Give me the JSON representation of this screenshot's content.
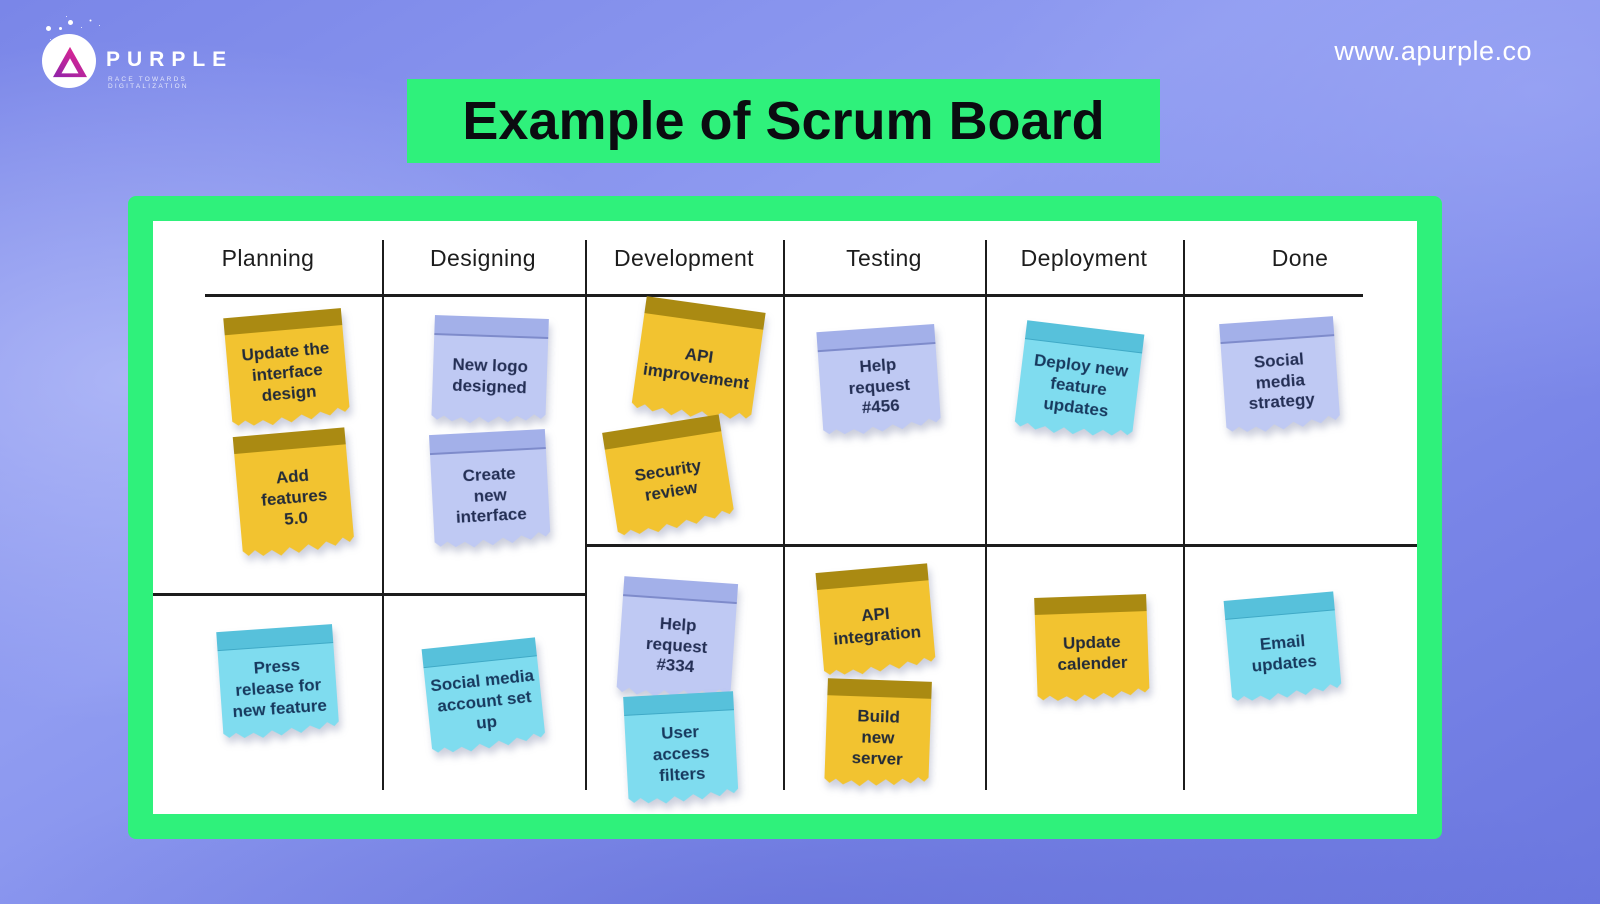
{
  "header": {
    "logo": {
      "wordmark": "PURPLE",
      "tagline": "RACE TOWARDS DIGITALIZATION"
    },
    "website": "www.apurple.co",
    "title": "Example of Scrum Board"
  },
  "colors": {
    "background_blue": "#7D89E8",
    "accent_green": "#2FF17B",
    "board_line": "#1C1C1C",
    "note_yellow": "#F2C330",
    "note_yellow_band": "#AA8A12",
    "note_lavender": "#BFC9F3",
    "note_lavender_band": "#A3B0E9",
    "note_cyan": "#7FDCEF",
    "note_cyan_band": "#57C1DB",
    "note_text": "#232E50",
    "logo_gradient_top": "#E5268F",
    "logo_gradient_bottom": "#8E24AA"
  },
  "board": {
    "columns": [
      {
        "label": "Planning",
        "notes": [
          {
            "text": "Update the interface design",
            "color": "yellow"
          },
          {
            "text": "Add features 5.0",
            "color": "yellow"
          },
          {
            "text": "Press release for new feature",
            "color": "cyan"
          }
        ]
      },
      {
        "label": "Designing",
        "notes": [
          {
            "text": "New logo designed",
            "color": "lavender"
          },
          {
            "text": "Create new interface",
            "color": "lavender"
          },
          {
            "text": "Social media account set up",
            "color": "cyan"
          }
        ]
      },
      {
        "label": "Development",
        "notes": [
          {
            "text": "API improvement",
            "color": "yellow"
          },
          {
            "text": "Security review",
            "color": "yellow"
          },
          {
            "text": "Help request #334",
            "color": "lavender"
          },
          {
            "text": "User access filters",
            "color": "cyan"
          }
        ]
      },
      {
        "label": "Testing",
        "notes": [
          {
            "text": "Help request #456",
            "color": "lavender"
          },
          {
            "text": "API integration",
            "color": "yellow"
          },
          {
            "text": "Build new server",
            "color": "yellow"
          }
        ]
      },
      {
        "label": "Deployment",
        "notes": [
          {
            "text": "Deploy new feature updates",
            "color": "cyan"
          },
          {
            "text": "Update calender",
            "color": "yellow"
          }
        ]
      },
      {
        "label": "Done",
        "notes": [
          {
            "text": "Social media strategy",
            "color": "lavender"
          },
          {
            "text": "Email updates",
            "color": "cyan"
          }
        ]
      }
    ]
  }
}
